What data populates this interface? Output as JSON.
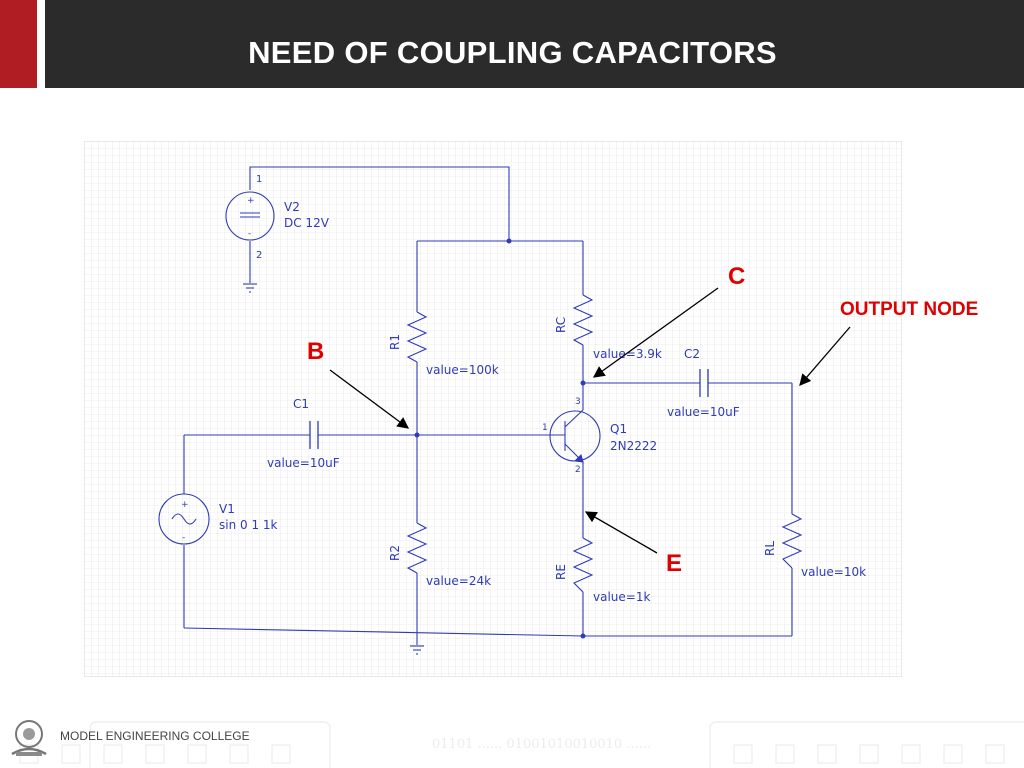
{
  "slide": {
    "title": "NEED OF COUPLING CAPACITORS",
    "footer_college": "MODEL ENGINEERING COLLEGE",
    "footer_binary": "01101 ...... 01001010010010 ......"
  },
  "colors": {
    "title_bar": "#2b2b2b",
    "accent": "#b01e23",
    "wire": "#2f3bb8",
    "annotation": "#e00000"
  },
  "schematic": {
    "v2": {
      "name": "V2",
      "value": "DC 12V",
      "pin_top": "1",
      "pin_bottom": "2",
      "plus": "+",
      "minus": "-"
    },
    "v1": {
      "name": "V1",
      "value": "sin 0 1 1k",
      "plus": "+",
      "minus": "-"
    },
    "r1": {
      "name": "R1",
      "value": "value=100k"
    },
    "r2": {
      "name": "R2",
      "value": "value=24k"
    },
    "rc": {
      "name": "RC",
      "value": "value=3.9k"
    },
    "re": {
      "name": "RE",
      "value": "value=1k"
    },
    "rl": {
      "name": "RL",
      "value": "value=10k"
    },
    "c1": {
      "name": "C1",
      "value": "value=10uF"
    },
    "c2": {
      "name": "C2",
      "value": "value=10uF"
    },
    "q1": {
      "name": "Q1",
      "model": "2N2222",
      "pin_collector": "3",
      "pin_base": "1",
      "pin_emitter": "2"
    }
  },
  "annotations": {
    "base": "B",
    "collector": "C",
    "emitter": "E",
    "output": "OUTPUT NODE"
  }
}
